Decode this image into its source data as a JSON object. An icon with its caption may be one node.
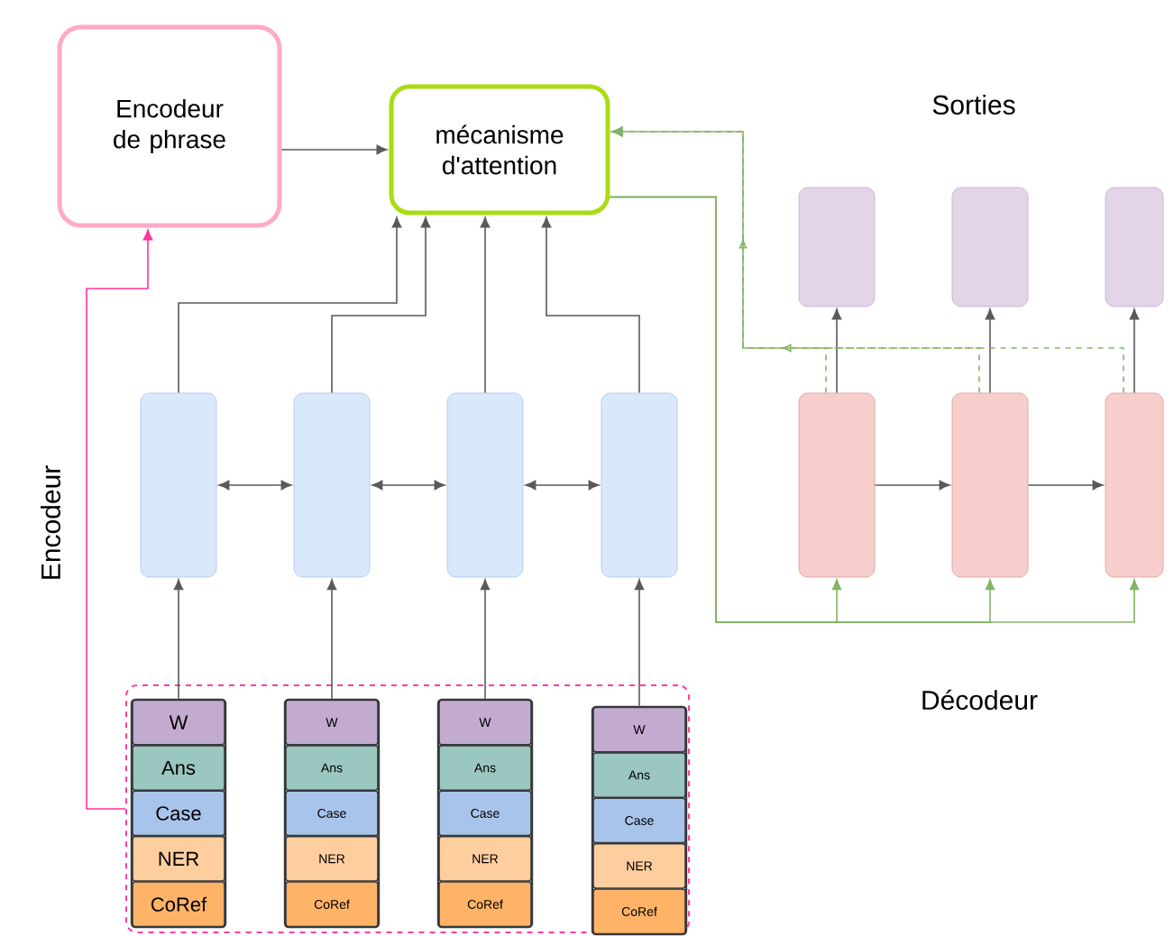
{
  "diagram": {
    "nodes": [
      {
        "text": [
          "Encodeur de phrase"
        ]
      },
      {
        "text": [
          "mécanisme d'attention"
        ]
      },
      {
        "text": [],
        "shape": "box"
      },
      {
        "text": [
          "W",
          "Ans",
          "Case",
          "NER",
          "CoRef"
        ],
        "in": 2
      },
      {
        "text": [
          "W",
          "Ans",
          "Case",
          "NER",
          "CoRef"
        ],
        "in": 2
      },
      {
        "text": [
          "W",
          "Ans",
          "Case",
          "NER",
          "CoRef"
        ],
        "in": 2
      },
      {
        "text": [
          "W",
          "Ans",
          "Case",
          "NER",
          "CoRef"
        ],
        "in": 2
      },
      {
        "text": [],
        "shape": "box"
      },
      {
        "text": [],
        "shape": "box"
      },
      {
        "text": [],
        "shape": "box"
      },
      {
        "text": [],
        "shape": "box"
      },
      {
        "text": [],
        "shape": "box"
      },
      {
        "text": [],
        "shape": "box"
      },
      {
        "text": [],
        "shape": "box"
      },
      {
        "text": [],
        "shape": "box"
      },
      {
        "text": [],
        "shape": "box"
      },
      {
        "text": [],
        "shape": "box"
      }
    ],
    "edges": [
      {
        "from": 0,
        "to": 1,
        "arrow": "to"
      },
      {
        "from": 3,
        "to": 7,
        "arrow": "to"
      },
      {
        "from": 4,
        "to": 8,
        "arrow": "to"
      },
      {
        "from": 5,
        "to": 9,
        "arrow": "to"
      },
      {
        "from": 6,
        "to": 10,
        "arrow": "to"
      },
      {
        "from": 7,
        "to": 8,
        "arrow": "both"
      },
      {
        "from": 8,
        "to": 9,
        "arrow": "both"
      },
      {
        "from": 9,
        "to": 10,
        "arrow": "both"
      },
      {
        "from": 7,
        "to": 1,
        "arrow": "to"
      },
      {
        "from": 8,
        "to": 1,
        "arrow": "to"
      },
      {
        "from": 9,
        "to": 1,
        "arrow": "to"
      },
      {
        "from": 10,
        "to": 1,
        "arrow": "to"
      },
      {
        "from": 2,
        "to": 0,
        "arrow": "to",
        "color": "#ff3399"
      },
      {
        "from": 1,
        "to": 11,
        "arrow": "to",
        "color": "#82b366"
      },
      {
        "from": 1,
        "to": 12,
        "arrow": "to",
        "color": "#82b366"
      },
      {
        "from": 1,
        "to": 13,
        "arrow": "to",
        "color": "#82b366"
      },
      {
        "from": 11,
        "to": 12,
        "arrow": "to"
      },
      {
        "from": 12,
        "to": 13,
        "arrow": "to"
      },
      {
        "from": 11,
        "to": 14,
        "arrow": "to"
      },
      {
        "from": 12,
        "to": 15,
        "arrow": "to"
      },
      {
        "from": 13,
        "to": 16,
        "arrow": "to"
      },
      {
        "from": 11,
        "to": 1,
        "arrow": "to",
        "style": "dashed",
        "color": "#82b366"
      },
      {
        "from": 12,
        "to": 1,
        "arrow": "to",
        "style": "dashed",
        "color": "#82b366"
      },
      {
        "from": 13,
        "to": 1,
        "arrow": "to",
        "style": "dashed",
        "color": "#82b366"
      }
    ],
    "labels": [
      "Sorties",
      "Encodeur",
      "Décodeur"
    ]
  }
}
